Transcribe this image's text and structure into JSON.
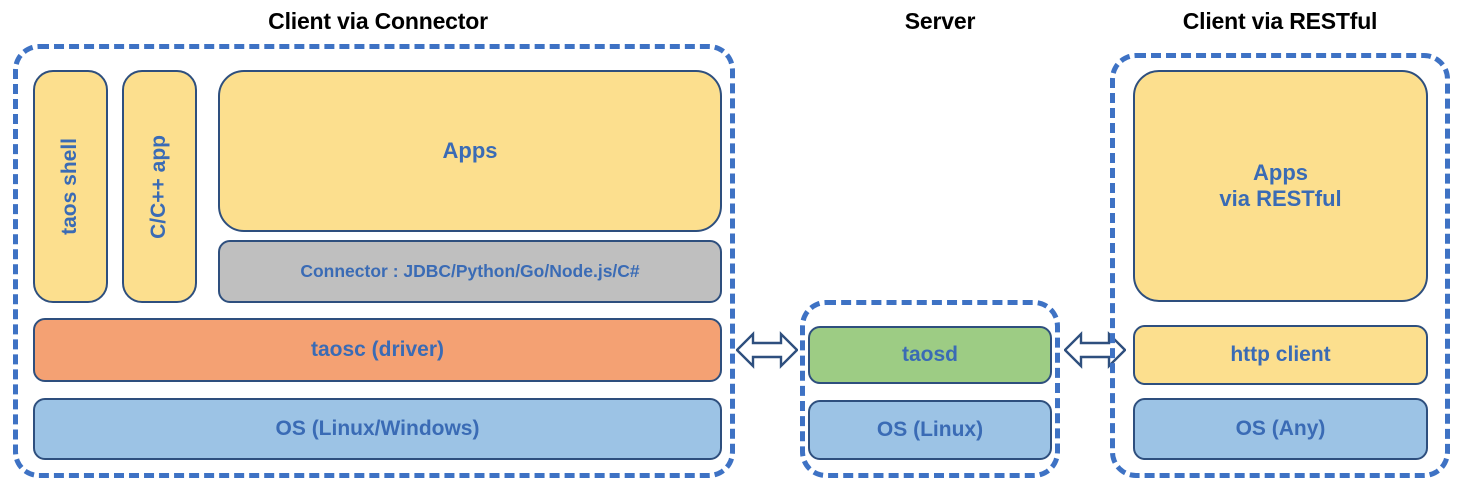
{
  "diagram": {
    "title_left": "Client via Connector",
    "title_middle": "Server",
    "title_right": "Client via RESTful",
    "colors": {
      "dashed_border": "#3E72C4",
      "box_border": "#2E4F7E",
      "text_blue": "#3A6BB5",
      "yellow": "#FCDF8E",
      "grey": "#BFBFBF",
      "orange": "#F4A173",
      "blue": "#9CC3E5",
      "green": "#9DCC84",
      "title_black": "#000000"
    }
  },
  "client_connector": {
    "taos_shell": "taos shell",
    "c_cpp_app": "C/C++ app",
    "apps": "Apps",
    "connector": "Connector : JDBC/Python/Go/Node.js/C#",
    "taosc": "taosc (driver)",
    "os": "OS (Linux/Windows)"
  },
  "server": {
    "taosd": "taosd",
    "os": "OS (Linux)"
  },
  "client_restful": {
    "apps_line1": "Apps",
    "apps_line2": "via RESTful",
    "http_client": "http client",
    "os": "OS (Any)"
  },
  "connections": {
    "left_arrow": "double-headed-arrow",
    "right_arrow": "double-headed-arrow"
  }
}
